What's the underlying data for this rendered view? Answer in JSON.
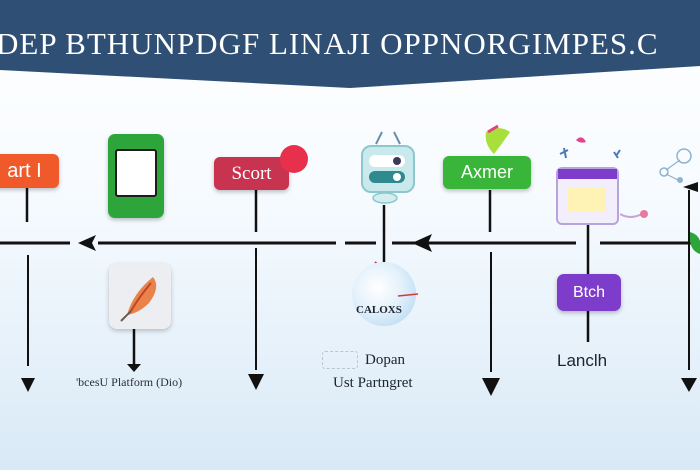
{
  "header": {
    "title": "DEP BTHUNPDGF LINAJI OPPNORGIMPES.C"
  },
  "nodes": {
    "start_label": "art I",
    "scort_label": "Scort",
    "axmer_label": "Axmer",
    "batch_label": "Btch",
    "globe_label": "CALOXS",
    "platform_label": "'bcesU Platform (Dio)",
    "design_label": "Dopan",
    "partner_label": "Ust Partngret",
    "launch_label": "Lanclh"
  },
  "colors": {
    "banner": "#2f4f74",
    "start": "#f05a2a",
    "scort": "#c8334f",
    "axmer": "#39b53a",
    "batch": "#7d3cc9",
    "phone": "#2ea53b",
    "timeline": "#111111"
  },
  "icons": [
    "phone-icon",
    "feather-icon",
    "robot-icon",
    "monitor-icon",
    "globe-icon",
    "leaf-icon",
    "network-icon"
  ]
}
